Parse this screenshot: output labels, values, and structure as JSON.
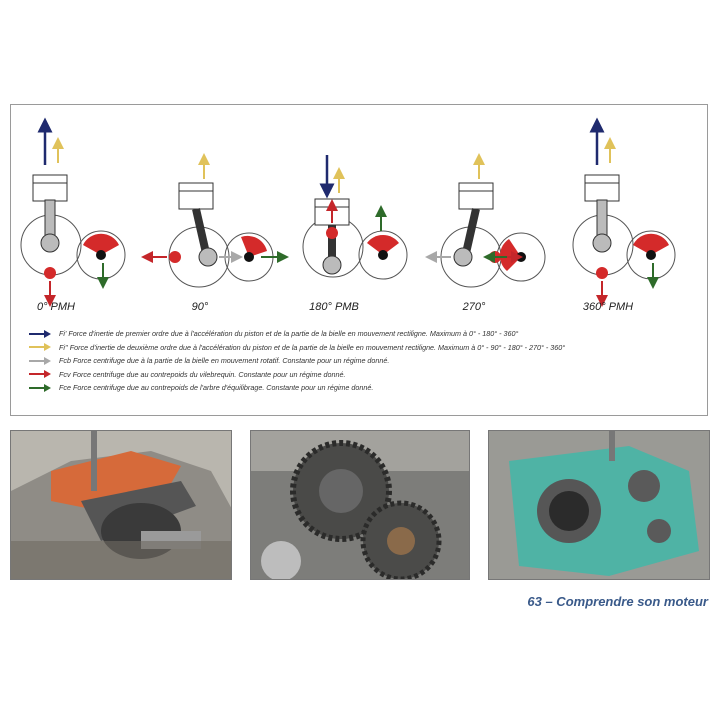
{
  "diagram": {
    "stages": [
      {
        "label": "0° PMH"
      },
      {
        "label": "90°"
      },
      {
        "label": "180° PMB"
      },
      {
        "label": "270°"
      },
      {
        "label": "360° PMH"
      }
    ],
    "legend": [
      {
        "color": "#1f2a6e",
        "text": "Fi' Force d'inertie de premier ordre due à l'accélération du piston et de la partie de la bielle en mouvement rectiligne. Maximum à 0° - 180° - 360°"
      },
      {
        "color": "#e0c25a",
        "text": "Fi'' Force d'inertie de deuxième ordre due à l'accélération du piston et de la partie de la bielle en mouvement rectiligne. Maximum à 0° - 90° - 180° - 270° - 360°"
      },
      {
        "color": "#a8a8a8",
        "text": "Fcb Force centrifuge due à la partie de la bielle en mouvement rotatif. Constante pour un régime donné."
      },
      {
        "color": "#c4262a",
        "text": "Fcv  Force centrifuge due au contrepoids du vilebrequin. Constante pour un régime donné."
      },
      {
        "color": "#2e6b2a",
        "text": "Fce Force centrifuge due au contrepoids de l'arbre d'équilibrage. Constante pour un régime donné."
      }
    ]
  },
  "photos": [
    {
      "name": "crankshaft-photo"
    },
    {
      "name": "gears-photo"
    },
    {
      "name": "crankcase-photo"
    }
  ],
  "caption": "63 – Comprendre son moteur"
}
